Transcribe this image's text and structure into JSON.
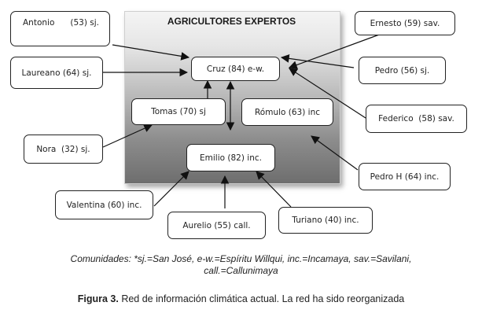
{
  "diagram": {
    "group_title": "AGRICULTORES EXPERTOS",
    "nodes": {
      "antonio": "Antonio      (53) sj.",
      "laureano": "Laureano (64) sj.",
      "cruz": "Cruz (84) e-w.",
      "tomas": "Tomas (70) sj",
      "romulo": "Rómulo (63) inc",
      "emilio": "Emilio (82) inc.",
      "nora": "Nora  (32) sj.",
      "valentina": "Valentina (60) inc.",
      "aurelio": "Aurelio (55) call.",
      "turiano": "Turiano (40) inc.",
      "ernesto": "Ernesto (59) sav.",
      "pedro": "Pedro (56) sj.",
      "federico": "Federico  (58) sav.",
      "pedro_h": "Pedro H (64) inc."
    },
    "edges": [
      {
        "from": "antonio",
        "to": "cruz"
      },
      {
        "from": "laureano",
        "to": "cruz"
      },
      {
        "from": "tomas",
        "to": "cruz"
      },
      {
        "from": "cruz",
        "to": "emilio",
        "bidirectional": true
      },
      {
        "from": "ernesto",
        "to": "cruz"
      },
      {
        "from": "pedro",
        "to": "cruz"
      },
      {
        "from": "federico",
        "to": "cruz"
      },
      {
        "from": "nora",
        "to": "tomas"
      },
      {
        "from": "pedro_h",
        "to": "group"
      },
      {
        "from": "valentina",
        "to": "emilio"
      },
      {
        "from": "aurelio",
        "to": "emilio"
      },
      {
        "from": "turiano",
        "to": "emilio"
      }
    ]
  },
  "caption": {
    "notes_line1": "Comunidades: *sj.=San José, e-w.=Espíritu Willqui, inc.=Incamaya, sav.=Savilani,",
    "notes_line2": "call.=Callunimaya",
    "figure_label": "Figura  3.",
    "figure_text": " Red de información climática actual. La red ha sido reorganizada"
  }
}
